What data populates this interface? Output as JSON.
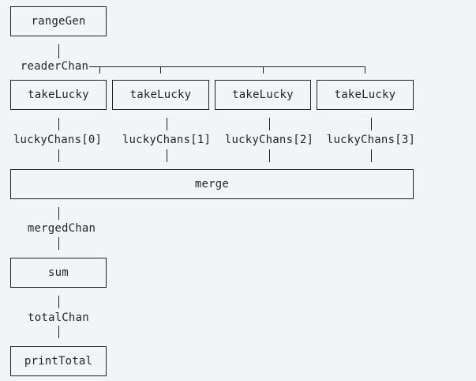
{
  "nodes": {
    "range_gen": "rangeGen",
    "take_lucky_0": "takeLucky",
    "take_lucky_1": "takeLucky",
    "take_lucky_2": "takeLucky",
    "take_lucky_3": "takeLucky",
    "merge": "merge",
    "sum": "sum",
    "print_total": "printTotal"
  },
  "channels": {
    "reader_chan": "readerChan",
    "lucky_chans": [
      "luckyChans[0]",
      "luckyChans[1]",
      "luckyChans[2]",
      "luckyChans[3]"
    ],
    "merged_chan": "mergedChan",
    "total_chan": "totalChan"
  },
  "colors": {
    "background": "#f3f4f6",
    "stroke": "#1f2328"
  }
}
